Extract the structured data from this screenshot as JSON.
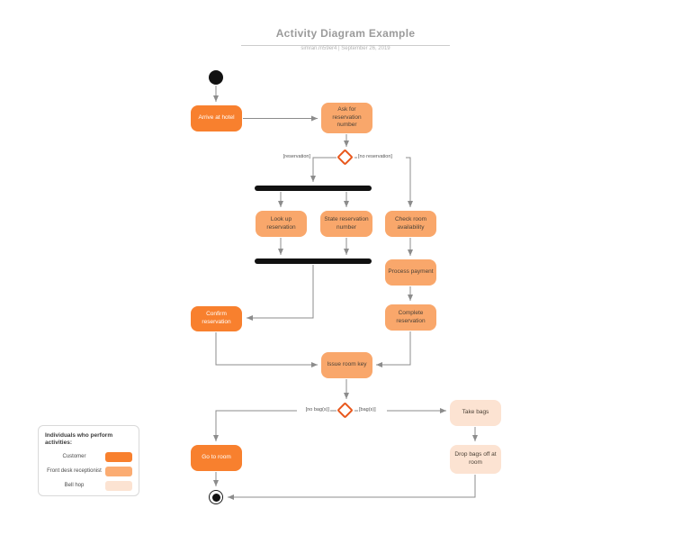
{
  "header": {
    "title": "Activity Diagram Example",
    "subtitle": "simran.m59er4   |   September 26, 2019"
  },
  "colors": {
    "customer": "#F8802E",
    "front_desk": "#F9A76B",
    "bell_hop": "#FCE3D2",
    "decision_border": "#E8571C",
    "connector": "#8C8C8C",
    "bar": "#111111",
    "title_gray": "#9B9B9B"
  },
  "nodes": {
    "start": {
      "type": "initial-node"
    },
    "arrive": {
      "label": "Arrive at hotel",
      "actor": "Customer"
    },
    "ask": {
      "label": "Ask for reservation number",
      "actor": "Front desk receptionist"
    },
    "look_up": {
      "label": "Look up reservation",
      "actor": "Front desk receptionist"
    },
    "state_number": {
      "label": "State reservation number",
      "actor": "Front desk receptionist"
    },
    "check_room": {
      "label": "Check room availability",
      "actor": "Front desk receptionist"
    },
    "process_payment": {
      "label": "Process payment",
      "actor": "Front desk receptionist"
    },
    "complete_reservation": {
      "label": "Complete reservation",
      "actor": "Front desk receptionist"
    },
    "confirm_reservation": {
      "label": "Confirm reservation",
      "actor": "Customer"
    },
    "issue_key": {
      "label": "Issue room key",
      "actor": "Front desk receptionist"
    },
    "take_bags": {
      "label": "Take bags",
      "actor": "Bell hop"
    },
    "go_to_room": {
      "label": "Go to room",
      "actor": "Customer"
    },
    "drop_bags": {
      "label": "Drop bags off at room",
      "actor": "Bell hop"
    },
    "end": {
      "type": "final-node"
    }
  },
  "edge_labels": {
    "reservation": "[reservation]",
    "no_reservation": "[no reservation]",
    "no_bags": "[no bag(s)]",
    "bags": "[bag(s)]"
  },
  "edges": [
    {
      "from": "start",
      "to": "arrive"
    },
    {
      "from": "arrive",
      "to": "ask"
    },
    {
      "from": "ask",
      "to": "decision1"
    },
    {
      "from": "decision1",
      "to": "fork",
      "label": "[reservation]"
    },
    {
      "from": "decision1",
      "to": "check_room",
      "label": "[no reservation]"
    },
    {
      "from": "fork",
      "to": "look_up"
    },
    {
      "from": "fork",
      "to": "state_number"
    },
    {
      "from": "look_up",
      "to": "join"
    },
    {
      "from": "state_number",
      "to": "join"
    },
    {
      "from": "check_room",
      "to": "process_payment"
    },
    {
      "from": "process_payment",
      "to": "complete_reservation"
    },
    {
      "from": "join",
      "to": "confirm_reservation"
    },
    {
      "from": "confirm_reservation",
      "to": "issue_key"
    },
    {
      "from": "complete_reservation",
      "to": "issue_key"
    },
    {
      "from": "issue_key",
      "to": "decision2"
    },
    {
      "from": "decision2",
      "to": "go_to_room",
      "label": "[no bag(s)]"
    },
    {
      "from": "decision2",
      "to": "take_bags",
      "label": "[bag(s)]"
    },
    {
      "from": "take_bags",
      "to": "drop_bags"
    },
    {
      "from": "drop_bags",
      "to": "end"
    },
    {
      "from": "go_to_room",
      "to": "end"
    }
  ],
  "legend": {
    "title": "Individuals who perform activities:",
    "items": [
      {
        "label": "Customer",
        "color": "#F8802E"
      },
      {
        "label": "Front desk receptionist",
        "color": "#FBAC72"
      },
      {
        "label": "Bell hop",
        "color": "#FCE3D2"
      }
    ]
  }
}
